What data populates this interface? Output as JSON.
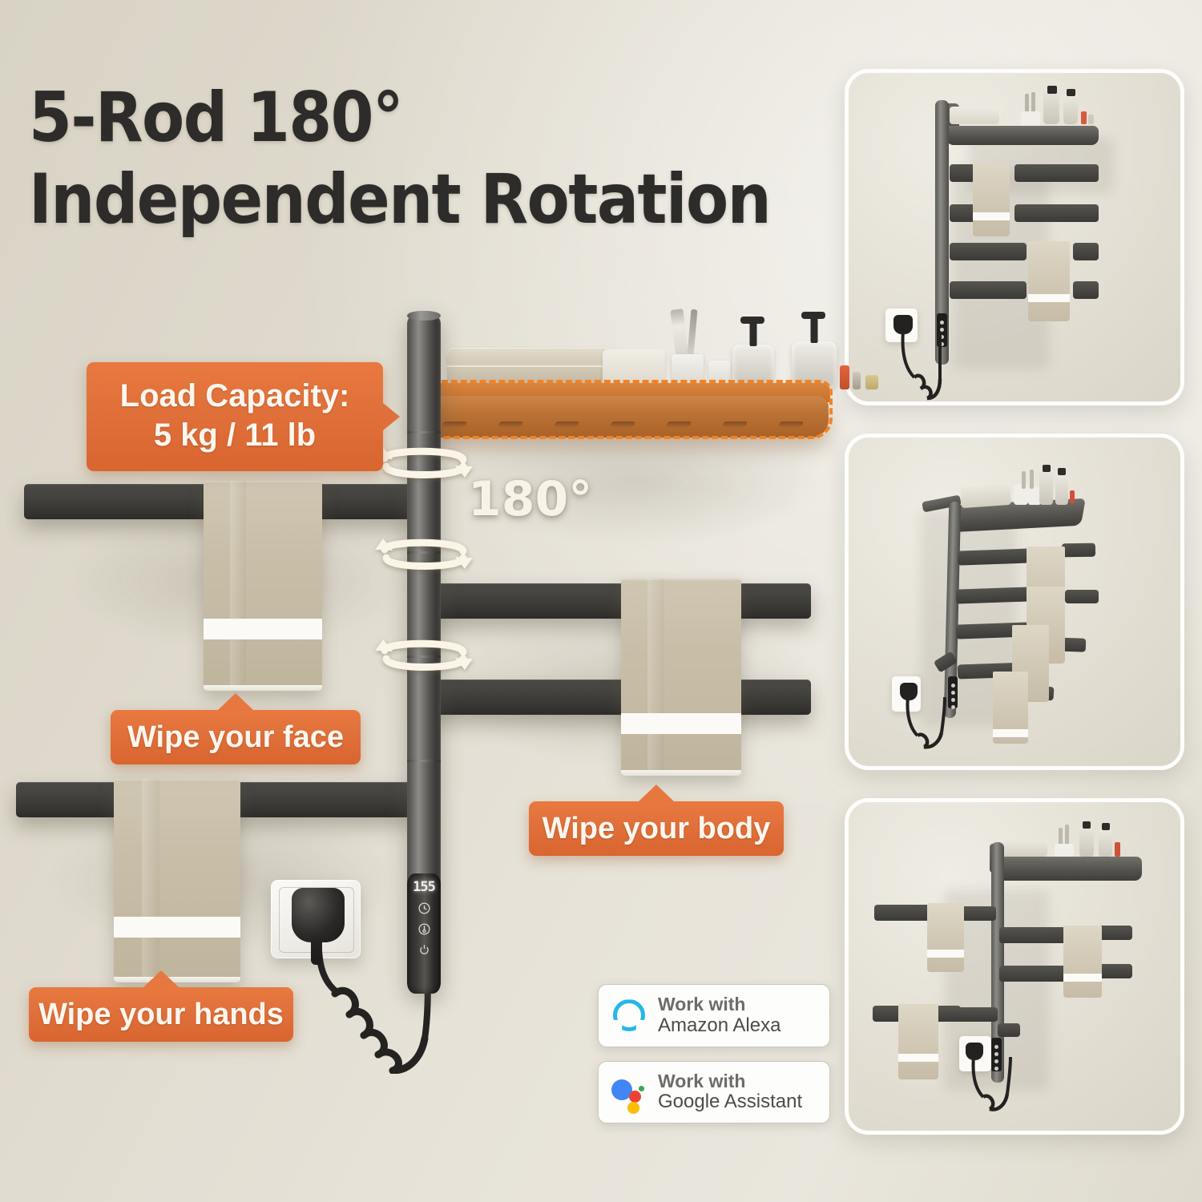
{
  "headline": {
    "line1": "5-Rod 180°",
    "line2": "Independent Rotation"
  },
  "rotation_label": "180°",
  "callouts": {
    "load_capacity_line1": "Load Capacity:",
    "load_capacity_line2": "5 kg / 11 lb",
    "wipe_face": "Wipe your face",
    "wipe_body": "Wipe your body",
    "wipe_hands": "Wipe your hands"
  },
  "control_panel": {
    "display_value": "155",
    "icons": [
      "clock-icon",
      "thermometer-icon",
      "power-icon"
    ]
  },
  "product_specs": {
    "rod_count": "5-Rod",
    "rotation_degrees": "180°",
    "shelf_load_kg": "5 kg",
    "shelf_load_lb": "11 lb"
  },
  "smart_badges": [
    {
      "prefix": "Work with",
      "name": "Amazon Alexa",
      "icon": "alexa-ring-icon"
    },
    {
      "prefix": "Work with",
      "name": "Google Assistant",
      "icon": "google-assistant-dots-icon"
    }
  ],
  "panels": [
    {
      "name": "front-view-with-shelf-and-towels"
    },
    {
      "name": "angled-view-rods-fanned-out"
    },
    {
      "name": "front-view-rods-rotated-both-directions"
    }
  ],
  "colors": {
    "accent_orange": "#df6e39",
    "highlight_orange_outline": "#f58220",
    "rod_dark": "#3a3835",
    "towel_beige": "#c5bba4",
    "background_warm": "#e0dcd0",
    "alexa_blue": "#24b7e8",
    "google_blue": "#4285f4",
    "google_red": "#ea4335",
    "google_yellow": "#fbbc05",
    "google_green": "#34a853"
  }
}
